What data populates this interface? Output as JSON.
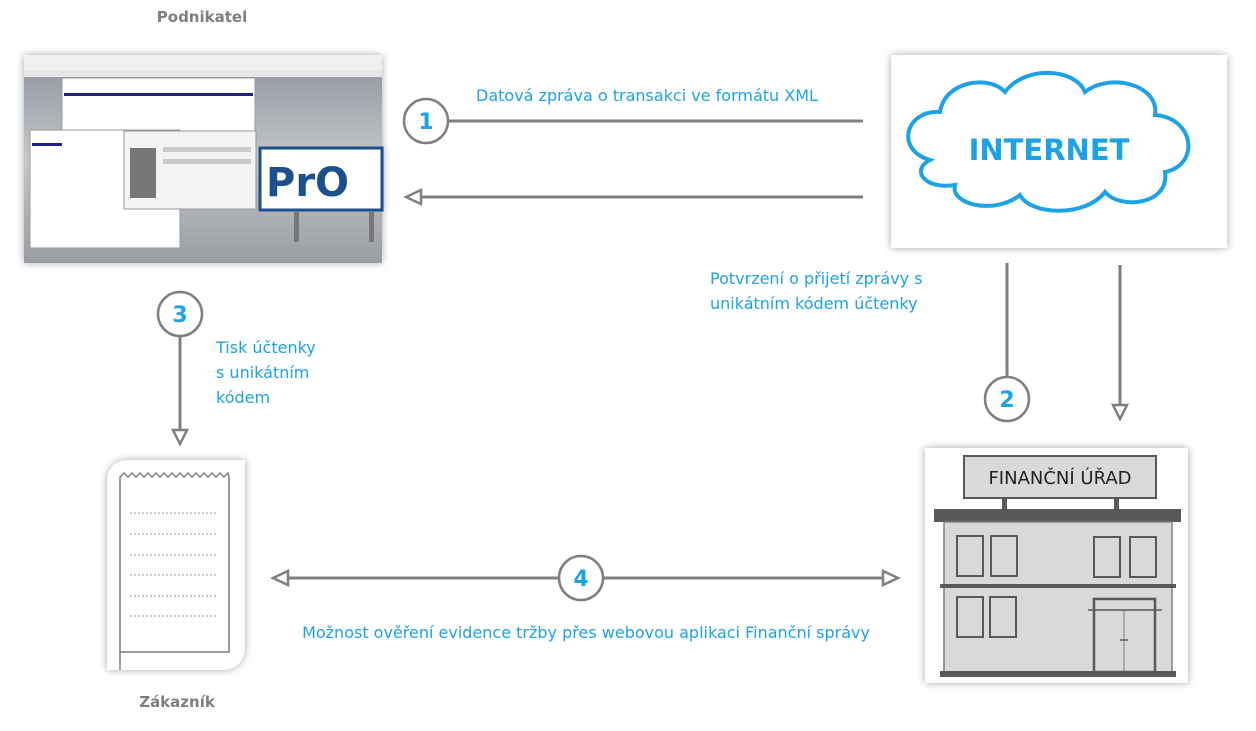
{
  "actors": {
    "entrepreneur": "Podnikatel",
    "customer": "Zákazník",
    "internet": "INTERNET",
    "tax_office": "FINANČNÍ ÚŘAD"
  },
  "steps": [
    {
      "number": "1",
      "label": "Datová zpráva o transakci ve formátu XML"
    },
    {
      "number": "2",
      "label_lines": [
        "Potvrzení o přijetí zprávy s",
        "unikátním kódem účtenky"
      ]
    },
    {
      "number": "3",
      "label_lines": [
        "Tisk účtenky",
        "s unikátním",
        "kódem"
      ]
    },
    {
      "number": "4",
      "label": "Možnost ověření evidence tržby přes webovou aplikaci Finanční správy"
    }
  ],
  "colors": {
    "accent": "#1ea2e6",
    "line": "#7f7f7f",
    "building": "#d9d9d9",
    "building_dark": "#595959"
  }
}
